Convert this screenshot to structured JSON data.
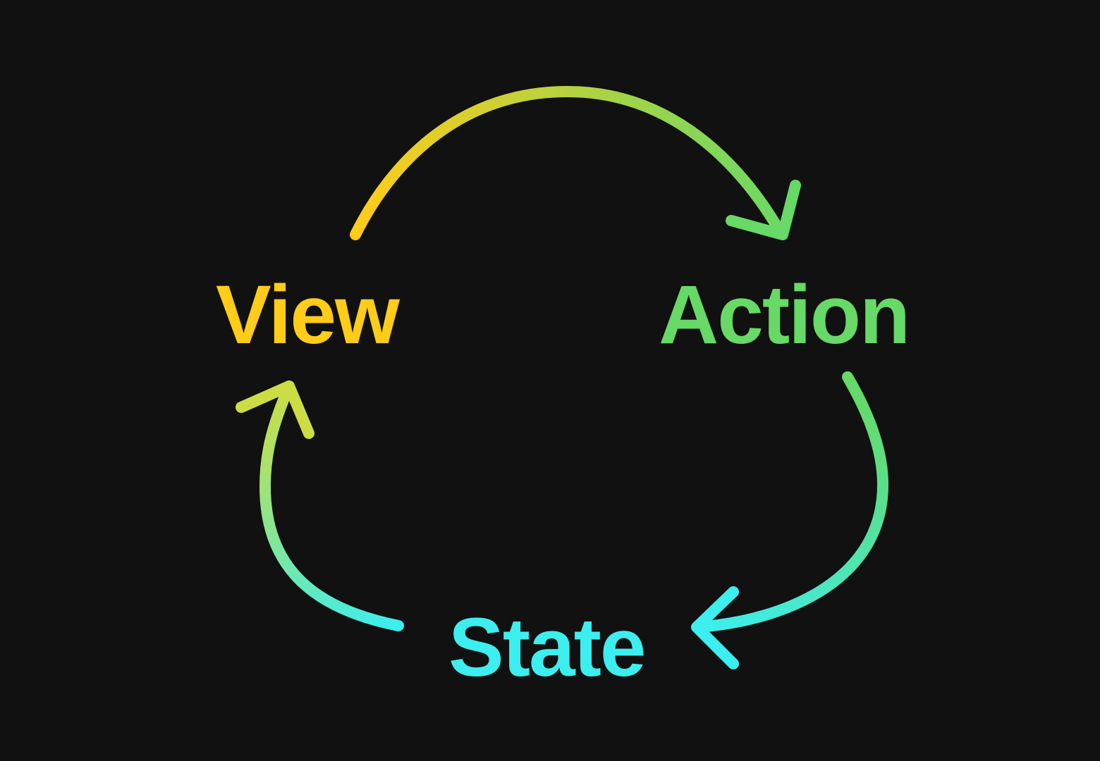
{
  "nodes": {
    "view": {
      "label": "View",
      "color": "#ffcc19"
    },
    "action": {
      "label": "Action",
      "color": "#66d966"
    },
    "state": {
      "label": "State",
      "color": "#3ceeee"
    }
  },
  "edges": [
    {
      "from": "View",
      "to": "Action"
    },
    {
      "from": "Action",
      "to": "State"
    },
    {
      "from": "State",
      "to": "View"
    }
  ],
  "colors": {
    "background": "#111111"
  }
}
